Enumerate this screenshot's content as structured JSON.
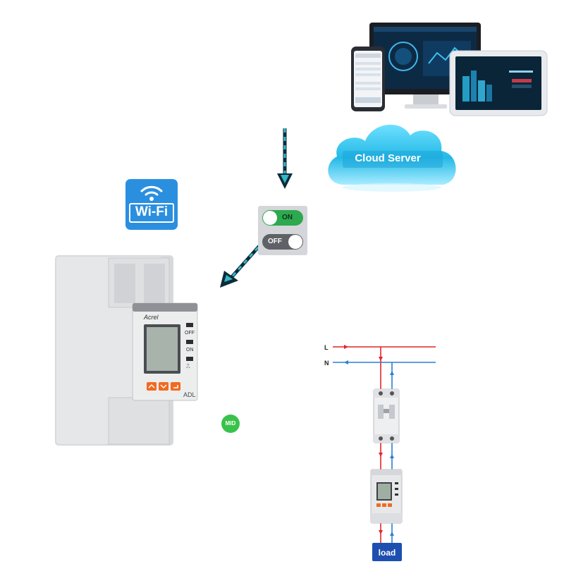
{
  "cloud": {
    "label": "Cloud Server"
  },
  "wifi": {
    "label": "Wi-Fi"
  },
  "switch": {
    "on_label": "ON",
    "off_label": "OFF"
  },
  "meter": {
    "brand": "Acrel",
    "model_label": "ADL",
    "indicators": [
      "OFF",
      "ON",
      "⎍"
    ]
  },
  "mid_badge": "MID",
  "wiring": {
    "line_label": "L",
    "neutral_label": "N",
    "load_label": "load"
  },
  "colors": {
    "line_wire": "#e2242b",
    "neutral_wire": "#2a7fd4",
    "wifi_blue": "#2b8fe0",
    "cloud_cyan": "#24b9e6",
    "mid_green": "#39c24a",
    "switch_green": "#2da94f",
    "meter_orange": "#f26a21",
    "load_blue": "#1d4fb0"
  }
}
